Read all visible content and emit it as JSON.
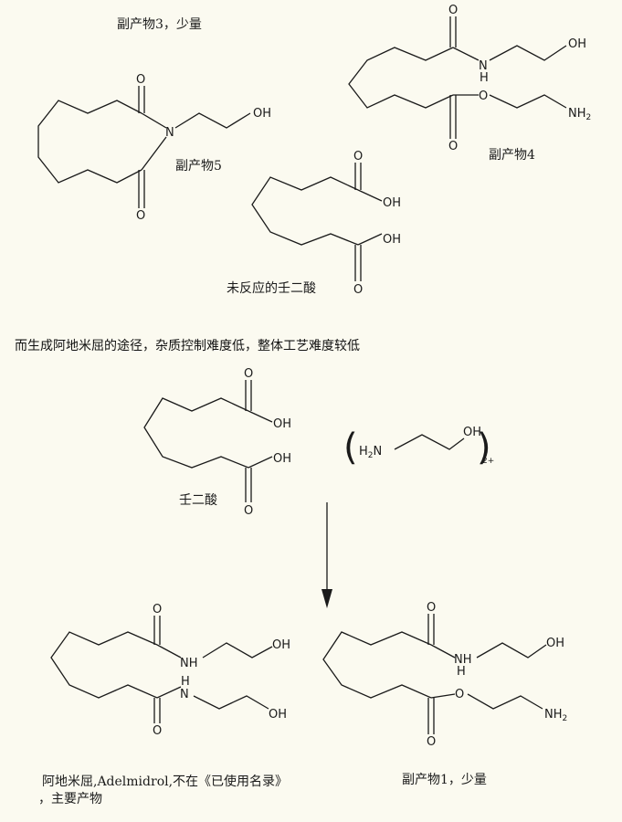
{
  "labels": {
    "byproduct3": "副产物3，少量",
    "byproduct4": "副产物4",
    "byproduct5": "副产物5",
    "unreacted": "未反应的壬二酸",
    "description": "而生成阿地米屈的途径，杂质控制难度低，整体工艺难度较低",
    "azelaic_acid": "壬二酸",
    "adelmidrol_line1": "阿地米屈,Adelmidrol,不在《已使用名录》",
    "adelmidrol_line2": "，主要产物",
    "byproduct1": "副产物1，少量"
  },
  "atoms": {
    "O": "O",
    "N": "N",
    "H": "H",
    "OH": "OH",
    "NH": "NH",
    "H2N": "H",
    "H2N_N": "N",
    "NH2": "NH",
    "sub2": "2",
    "charge": "2+"
  }
}
